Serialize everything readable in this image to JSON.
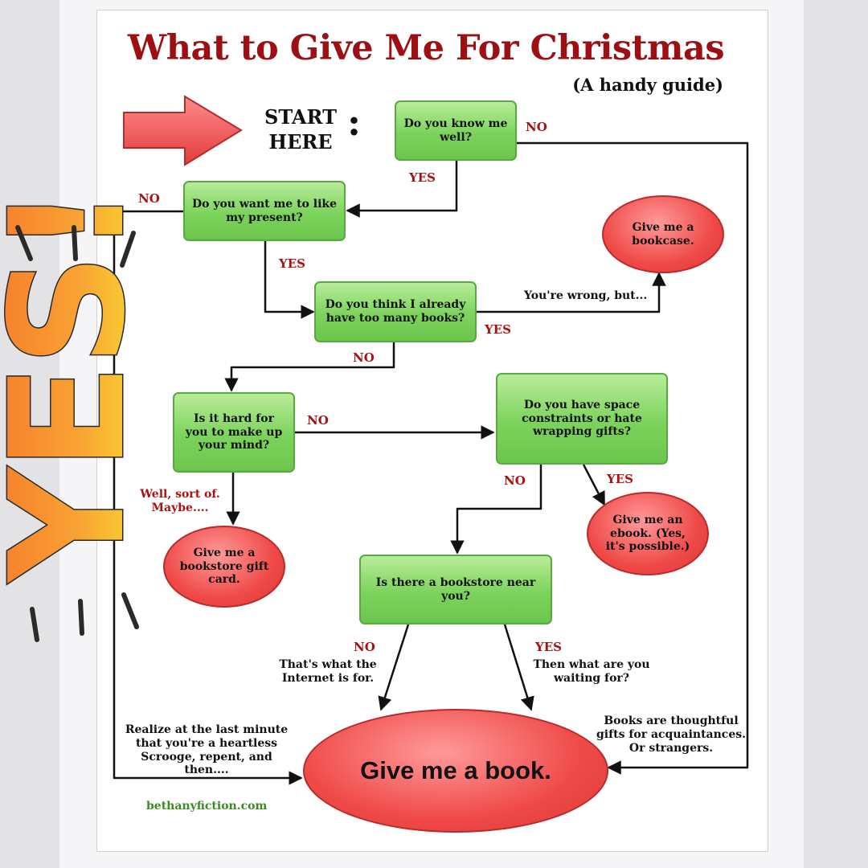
{
  "header": {
    "title": "What to Give Me For Christmas",
    "subtitle": "(A handy guide)",
    "start_line1": "START",
    "start_line2": "HERE",
    "start_colon": ":"
  },
  "nodes": {
    "q1": "Do you know me well?",
    "q2": "Do you want me to like my present?",
    "q3": "Do you think I already have too many books?",
    "q4": "Is it hard for you to make up your mind?",
    "q5": "Do you have space constraints or hate wrapping gifts?",
    "q6": "Is there a bookstore near you?",
    "r_bookcase": "Give me a bookcase.",
    "r_giftcard": "Give me a bookstore gift card.",
    "r_ebook": "Give me an ebook. (Yes, it's possible.)",
    "r_book": "Give me a book."
  },
  "labels": {
    "q1_no": "NO",
    "q1_yes": "YES",
    "q2_no": "NO",
    "q2_yes": "YES",
    "q3_wrong": "You're wrong, but...",
    "q3_yes": "YES",
    "q3_no": "NO",
    "q4_no": "NO",
    "q4_maybe": "Well, sort of. Maybe....",
    "q5_no": "NO",
    "q5_yes": "YES",
    "q6_no": "NO",
    "q6_no_note": "That's what the Internet is for.",
    "q6_yes": "YES",
    "q6_yes_note": "Then what are you waiting for?",
    "scrooge": "Realize at the last minute that you're a heartless Scrooge, repent, and then....",
    "thoughtful": "Books are thoughtful gifts for acquaintances. Or strangers."
  },
  "footer": {
    "credit": "bethanyfiction.com"
  },
  "overlay": {
    "yes_text": "YES!"
  },
  "colors": {
    "title_red": "#9c0f12",
    "box_green": "#7cd35c",
    "ellipse_red": "#ef4a48",
    "credit_green": "#3d8a23",
    "yes_gradient_top": "#f7762a",
    "yes_gradient_bottom": "#f7e431"
  }
}
